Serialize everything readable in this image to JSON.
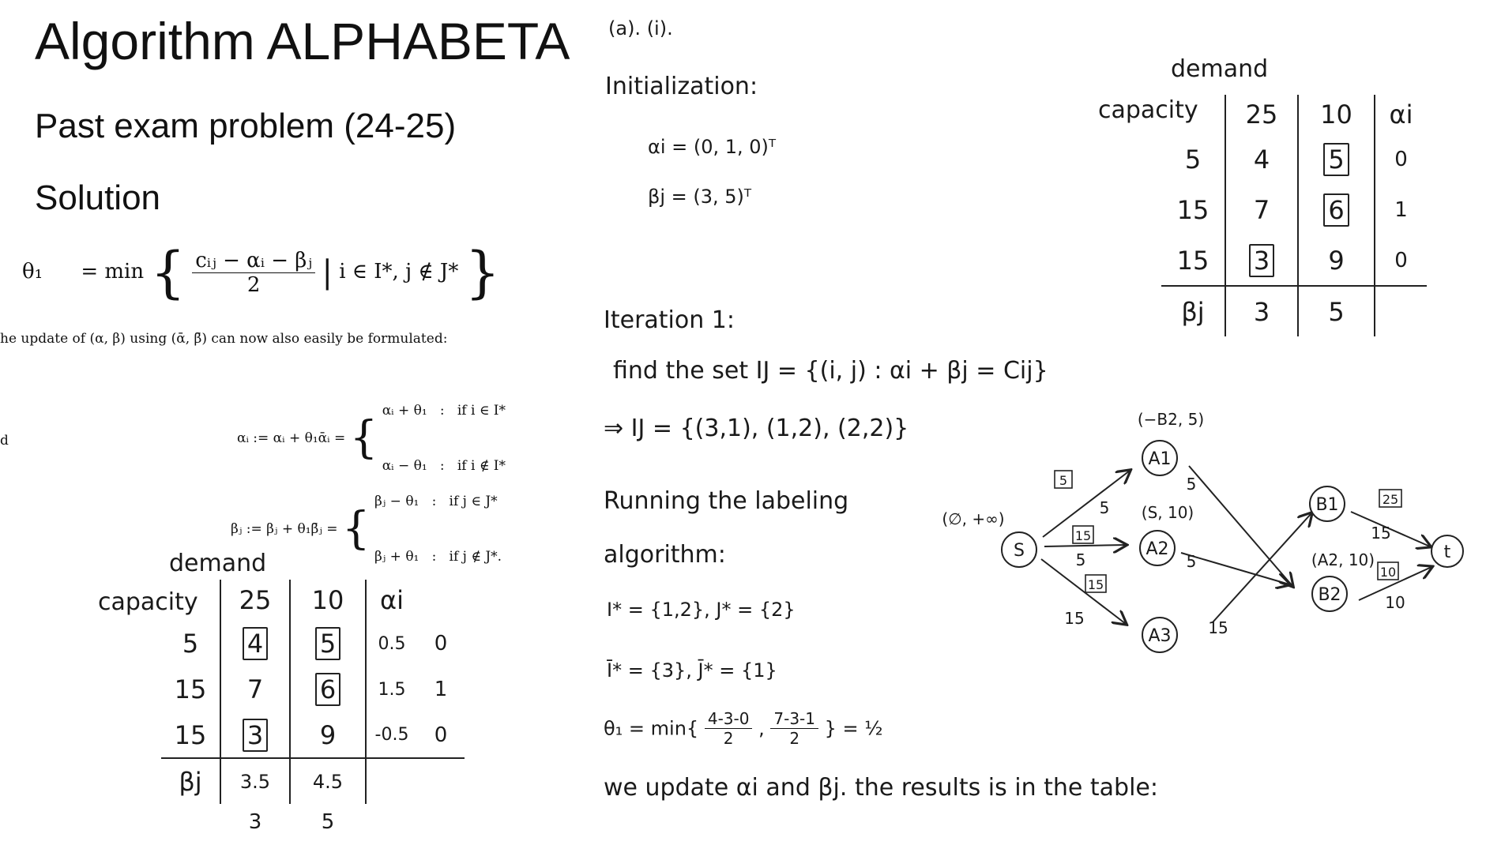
{
  "slide": {
    "title": "Algorithm ALPHABETA",
    "subtitle": "Past exam problem (24-25)",
    "solution_label": "Solution"
  },
  "formulas": {
    "theta_lhs": "θ₁",
    "theta_eq": "= min",
    "theta_num": "cᵢⱼ − αᵢ − βⱼ",
    "theta_den": "2",
    "theta_cond": "i ∈ I*, j ∉ J*",
    "update_sentence": "he update of (α, β) using (ᾱ, β̄) can now also easily be formulated:",
    "alpha_lhs": "αᵢ := αᵢ + θ₁ᾱᵢ =",
    "alpha_case1": "αᵢ + θ₁   :   if i ∈ I*",
    "alpha_case2": "αᵢ − θ₁   :   if i ∉ I*",
    "and_fragment": "d",
    "beta_lhs": "βⱼ := βⱼ + θ₁β̄ⱼ =",
    "beta_case1": "βⱼ − θ₁   :   if j ∈ J*",
    "beta_case2": "βⱼ + θ₁   :   if j ∉ J*."
  },
  "handwritten": {
    "part": "(a). (i).",
    "init_label": "Initialization:",
    "alpha_init": "αi = (0, 1, 0)ᵀ",
    "beta_init": "βj = (3, 5)ᵀ",
    "iter_label": "Iteration 1:",
    "find_set": "find the set  IJ = {(i, j) : αi + βj = Cij}",
    "ij_result": "⇒ IJ = {(3,1), (1,2), (2,2)}",
    "running1": "Running the labeling",
    "running2": "algorithm:",
    "istar": "I* = {1,2},  J* = {2}",
    "istar_bar": "Ī* = {3},  J̄* = {1}",
    "theta_calc_lhs": "θ₁ = min{",
    "theta_frac1_num": "4-3-0",
    "theta_frac1_den": "2",
    "theta_frac2_num": "7-3-1",
    "theta_frac2_den": "2",
    "theta_calc_rhs": "} = ½",
    "update_note": "we update αi  and βj.  the results is in the table:"
  },
  "table_top": {
    "demand_label": "demand",
    "capacity_label": "capacity",
    "col_headers": [
      "25",
      "10",
      "αi"
    ],
    "rows": [
      {
        "cap": "5",
        "c1": "4",
        "c2": "5",
        "alpha": "0"
      },
      {
        "cap": "15",
        "c1": "7",
        "c2": "6",
        "alpha": "1"
      },
      {
        "cap": "15",
        "c1": "3",
        "c2": "9",
        "alpha": "0"
      }
    ],
    "beta_label": "βj",
    "beta_values": [
      "3",
      "5"
    ]
  },
  "table_bottom": {
    "demand_label": "demand",
    "capacity_label": "capacity",
    "col_headers": [
      "25",
      "10",
      "αi"
    ],
    "rows": [
      {
        "cap": "5",
        "c1": "4",
        "c2": "5",
        "alpha": "0.5",
        "old_alpha": "0"
      },
      {
        "cap": "15",
        "c1": "7",
        "c2": "6",
        "alpha": "1.5",
        "old_alpha": "1"
      },
      {
        "cap": "15",
        "c1": "3",
        "c2": "9",
        "alpha": "-0.5",
        "old_alpha": "0"
      }
    ],
    "beta_label": "βj",
    "beta_values": [
      "3.5",
      "4.5"
    ],
    "old_beta_values": [
      "3",
      "5"
    ]
  },
  "network": {
    "nodes": {
      "s": "S",
      "a1": "A1",
      "a2": "A2",
      "a3": "A3",
      "b1": "B1",
      "b2": "B2",
      "t": "t"
    },
    "labels": {
      "s_label": "(∅, +∞)",
      "a1_label": "(−B2, 5)",
      "a2_label": "(S, 10)",
      "b2_label": "(A2, 10)"
    },
    "edge_labels": {
      "s_a1_cap": "5",
      "s_a1_flow": "5",
      "s_a2_cap": "15",
      "s_a2_flow": "5",
      "s_a3_cap": "15",
      "s_a3_flow": "15",
      "a1_b2": "5",
      "a2_b2": "5",
      "a3_b1": "15",
      "b1_t_cap": "25",
      "b1_t_flow": "15",
      "b2_t_cap": "10",
      "b2_t_flow": "10"
    }
  }
}
